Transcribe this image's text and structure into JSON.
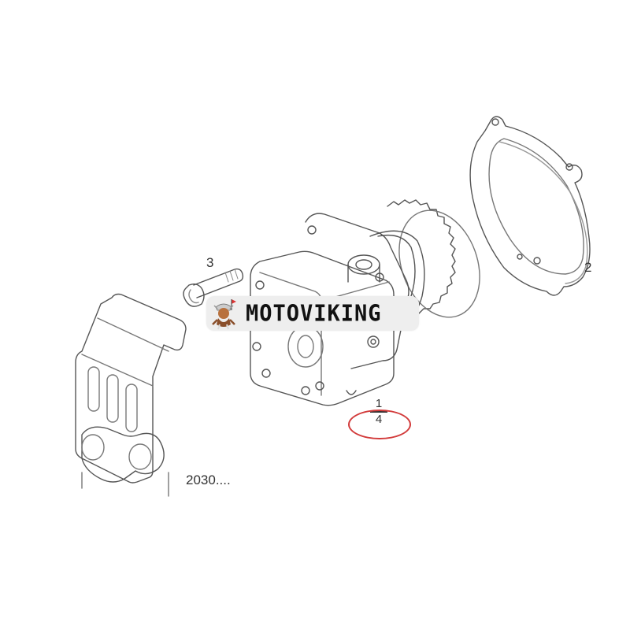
{
  "diagram": {
    "type": "exploded parts diagram",
    "background": "#ffffff",
    "line_color": "#444444",
    "parts": [
      {
        "id": "part-1",
        "name": "hydraulic gear pump with drive gear",
        "callout": "1"
      },
      {
        "id": "part-2",
        "name": "gasket",
        "callout": "2"
      },
      {
        "id": "part-3",
        "name": "flange bolt",
        "callout": "3"
      },
      {
        "id": "part-2030",
        "name": "cover / bracket reference",
        "callout": "2030...."
      }
    ],
    "highlight": {
      "numerator": "1",
      "denominator": "4",
      "circle_color": "#d23a3a"
    }
  },
  "watermark": {
    "brand": "MOTOVIKING",
    "mascot_icon": "viking-mascot-icon",
    "background": "#eeeeee",
    "text_color": "#111111"
  }
}
